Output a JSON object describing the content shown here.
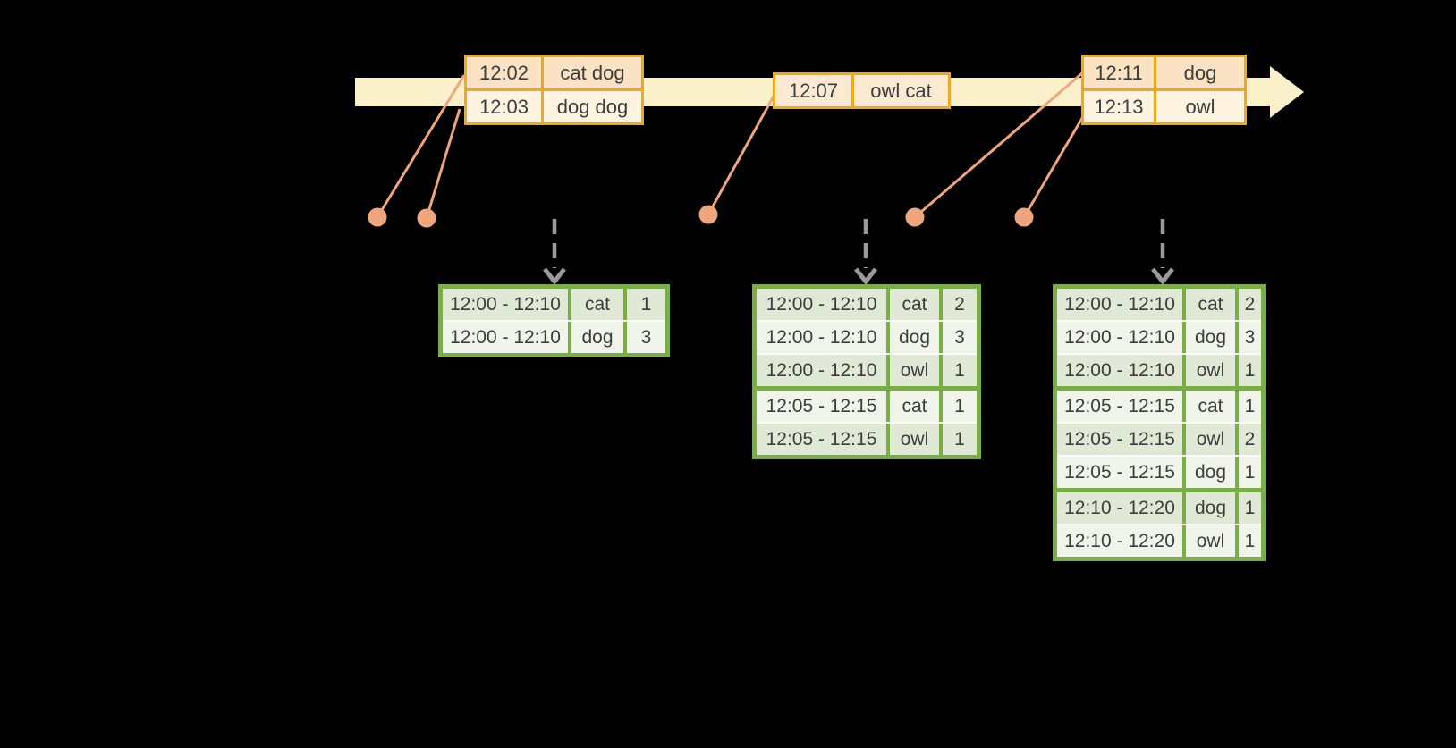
{
  "figure": {
    "description_name": "windowed-grouped-aggregation-diagram",
    "colors": {
      "background": "#000000",
      "timeline_fill": "#faf0c9",
      "event_table_border": "#f0a81e",
      "event_row_dark": "#fae2c3",
      "event_row_light": "#fdf3df",
      "event_row_single": "#fbe9d2",
      "connector_salmon": "#f0a67d",
      "trigger_arrow_gray": "#9b9b9b",
      "result_table_border": "#79ae47",
      "result_row_dark": "#dfe9d5",
      "result_row_light": "#f0f4eb",
      "text": "#3d3d3d"
    }
  },
  "event_tables": [
    {
      "rows": [
        {
          "time": "12:02",
          "words": "cat dog"
        },
        {
          "time": "12:03",
          "words": "dog dog"
        }
      ]
    },
    {
      "rows": [
        {
          "time": "12:07",
          "words": "owl cat"
        }
      ]
    },
    {
      "rows": [
        {
          "time": "12:11",
          "words": "dog"
        },
        {
          "time": "12:13",
          "words": "owl"
        }
      ]
    }
  ],
  "result_tables": [
    {
      "rows": [
        {
          "window": "12:00 - 12:10",
          "word": "cat",
          "count": "1"
        },
        {
          "window": "12:00 - 12:10",
          "word": "dog",
          "count": "3"
        }
      ]
    },
    {
      "rows": [
        {
          "window": "12:00 - 12:10",
          "word": "cat",
          "count": "2"
        },
        {
          "window": "12:00 - 12:10",
          "word": "dog",
          "count": "3"
        },
        {
          "window": "12:00 - 12:10",
          "word": "owl",
          "count": "1"
        },
        {
          "window": "12:05 - 12:15",
          "word": "cat",
          "count": "1"
        },
        {
          "window": "12:05 - 12:15",
          "word": "owl",
          "count": "1"
        }
      ]
    },
    {
      "rows": [
        {
          "window": "12:00 - 12:10",
          "word": "cat",
          "count": "2"
        },
        {
          "window": "12:00 - 12:10",
          "word": "dog",
          "count": "3"
        },
        {
          "window": "12:00 - 12:10",
          "word": "owl",
          "count": "1"
        },
        {
          "window": "12:05 - 12:15",
          "word": "cat",
          "count": "1"
        },
        {
          "window": "12:05 - 12:15",
          "word": "owl",
          "count": "2"
        },
        {
          "window": "12:05 - 12:15",
          "word": "dog",
          "count": "1"
        },
        {
          "window": "12:10 - 12:20",
          "word": "dog",
          "count": "1"
        },
        {
          "window": "12:10 - 12:20",
          "word": "owl",
          "count": "1"
        }
      ]
    }
  ]
}
